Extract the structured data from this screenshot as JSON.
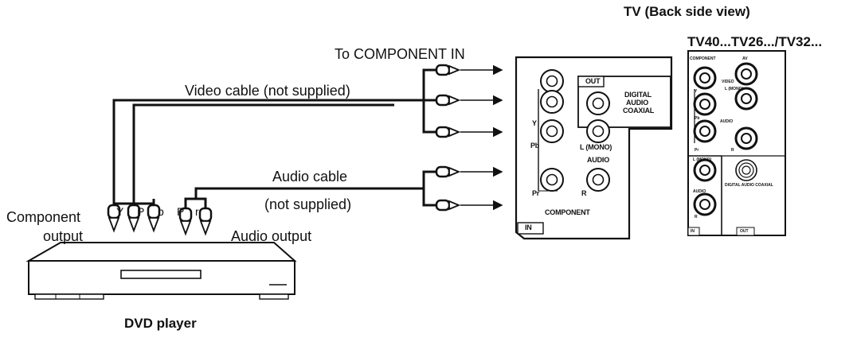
{
  "title_tv": "TV (Back side view)",
  "title_models": "TV40...TV26.../TV32...",
  "label_to_component_in": "To COMPONENT IN",
  "label_video_cable": "Video cable (not supplied)",
  "label_audio_cable": "Audio cable",
  "label_audio_cable_sub": "(not supplied)",
  "label_component_output_1": "Component",
  "label_component_output_2": "output",
  "label_audio_output": "Audio output",
  "label_dvd_player": "DVD player",
  "plug_letters": [
    "Y",
    "P",
    "b",
    "P",
    "r"
  ],
  "panel_large": {
    "out_label": "OUT",
    "digital_audio": [
      "DIGITAL",
      "AUDIO",
      "COAXIAL"
    ],
    "y": "Y",
    "pb": "Pb",
    "pr": "Pr",
    "l_mono": "L (MONO)",
    "audio": "AUDIO",
    "r": "R",
    "component": "COMPONENT",
    "in_label": "IN"
  },
  "panel_small": {
    "component": "COMPONENT",
    "av": "AV",
    "video": "VIDEO",
    "y": "Y",
    "pb": "Pb",
    "pr": "Pr",
    "l_mono": "L (MONO)",
    "audio": "AUDIO",
    "r": "R",
    "l_mono2": "L (MONO)",
    "audio2": "AUDIO",
    "r2": "R",
    "digital_audio_coaxial": "DIGITAL AUDIO COAXIAL",
    "in_label": "IN",
    "out_label": "OUT"
  }
}
